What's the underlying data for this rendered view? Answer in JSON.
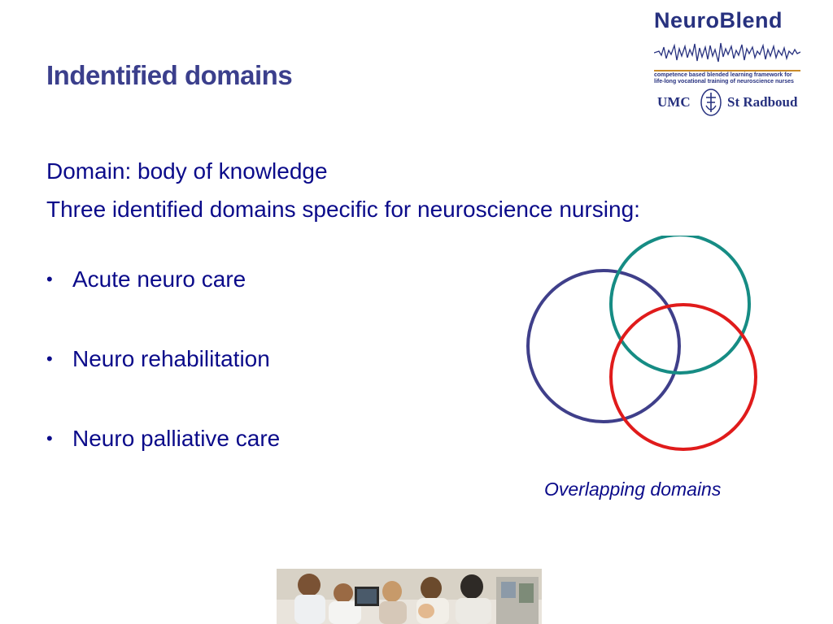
{
  "slide": {
    "title": "Indentified domains",
    "intro_line1": "Domain: body of knowledge",
    "intro_line2": "Three identified domains specific for neuroscience nursing:",
    "bullets": [
      "Acute neuro care",
      "Neuro rehabilitation",
      "Neuro palliative care"
    ],
    "caption": "Overlapping domains"
  },
  "logo": {
    "brand": "NeuroBlend",
    "tagline": "competence based blended learning framework for life-long vocational training of neuroscience nurses",
    "umc": "UMC",
    "radboud": "St Radboud"
  },
  "venn": {
    "circles": [
      {
        "name": "circle-purple",
        "color": "#3f3f8a"
      },
      {
        "name": "circle-teal",
        "color": "#168c84"
      },
      {
        "name": "circle-red",
        "color": "#e01b1b"
      }
    ]
  },
  "colors": {
    "title": "#3b3f8c",
    "body_text": "#0b0b8a",
    "brand": "#27317f"
  }
}
